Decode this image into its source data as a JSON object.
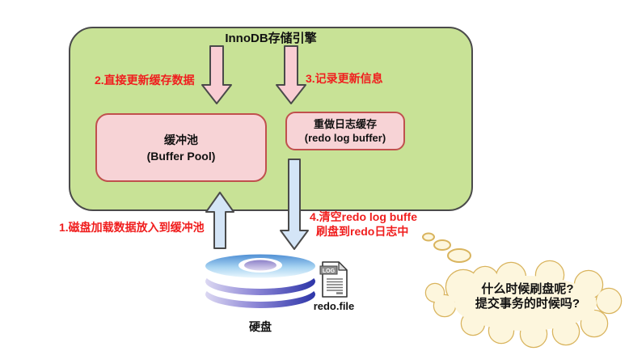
{
  "diagram": {
    "title": "InnoDB存储引擎"
  },
  "boxes": {
    "buffer_pool": {
      "name_cn": "缓冲池",
      "name_en": "(Buffer Pool)"
    },
    "redo_log_buffer": {
      "name_cn": "重做日志缓存",
      "name_en": "(redo log buffer)"
    }
  },
  "steps": {
    "step1": "1.磁盘加载数据放入到缓冲池",
    "step2": "2.直接更新缓存数据",
    "step3": "3.记录更新信息",
    "step4_line1": "4.清空redo log buffe",
    "step4_line2": "刷盘到redo日志中"
  },
  "storage": {
    "disk_label": "硬盘",
    "file_label": "redo.file",
    "file_badge": "LOG"
  },
  "thought_bubble": {
    "line1": "什么时候刷盘呢?",
    "line2": "提交事务的时候吗?"
  },
  "colors": {
    "container_fill": "#c8e296",
    "container_border": "#4a4a4a",
    "box_fill": "#f7d3d6",
    "box_border": "#c0504d",
    "pink_arrow_fill": "#f9cdd3",
    "blue_arrow_fill": "#d4e5f7",
    "step_text_red": "#f01e1e",
    "cloud_fill": "#fdf6dd",
    "cloud_border": "#d9b45e"
  }
}
